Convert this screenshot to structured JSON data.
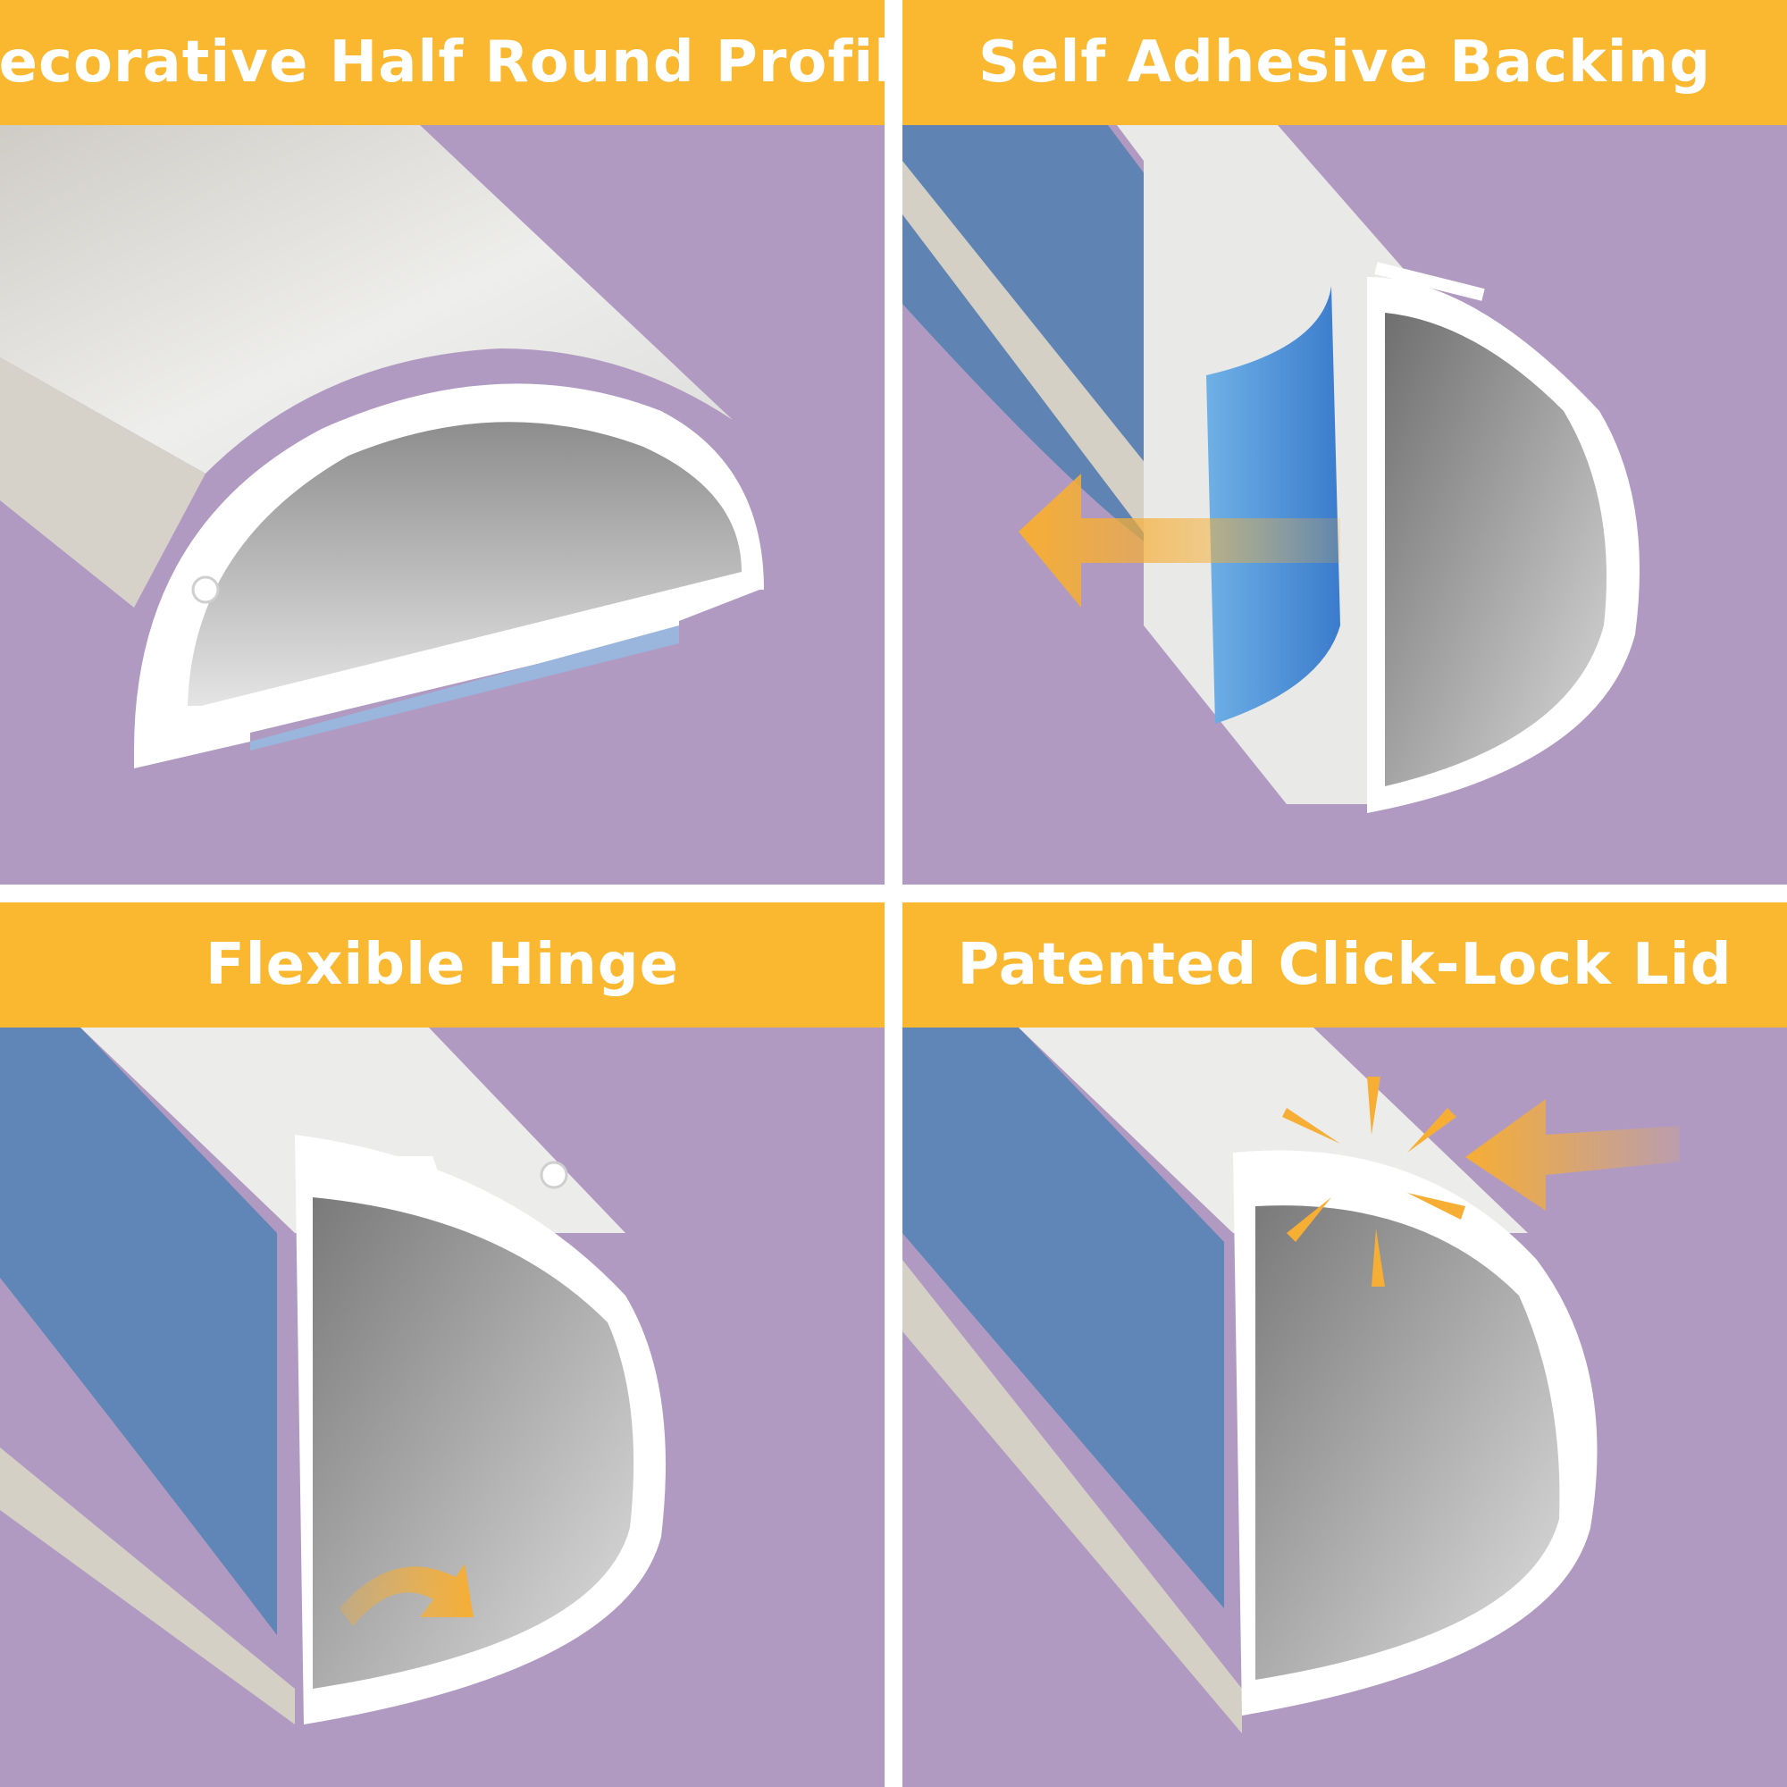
{
  "panels": [
    {
      "title": "Decorative Half Round Profile",
      "illustration": "half-round-profile-icon"
    },
    {
      "title": "Self Adhesive Backing",
      "illustration": "adhesive-backing-icon"
    },
    {
      "title": "Flexible Hinge",
      "illustration": "hinge-icon"
    },
    {
      "title": "Patented Click-Lock Lid",
      "illustration": "click-lock-icon"
    }
  ],
  "colors": {
    "header": "#f9b82f",
    "background": "#b19ac2",
    "divider": "#ffffff",
    "raceway": "#e8e8e6",
    "adhesive": "#5e86b6",
    "arrow": "#f6ae34"
  }
}
